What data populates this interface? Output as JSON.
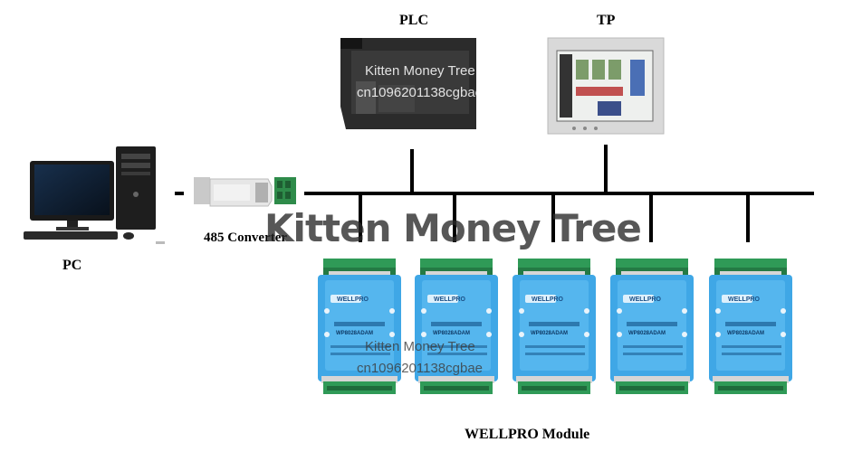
{
  "labels": {
    "plc": "PLC",
    "tp": "TP",
    "pc": "PC",
    "converter": "485 Converter",
    "modules": "WELLPRO Module"
  },
  "module": {
    "brand": "WELLPRO",
    "model": "WP8028ADAM",
    "count": 5
  },
  "watermarks": {
    "name": "Kitten Money Tree",
    "id": "cn1096201138cgbae",
    "big": "Kitten Money Tree"
  },
  "colors": {
    "bus": "#000000",
    "module_body": "#3fa7e6",
    "terminal": "#2f9a57",
    "plc_body": "#2b2b2b",
    "tp_frame": "#d9d9d9"
  },
  "icons": [
    "pc-tower-icon",
    "monitor-icon",
    "keyboard-icon",
    "converter-icon",
    "plc-icon",
    "touch-panel-icon",
    "io-module-icon"
  ]
}
